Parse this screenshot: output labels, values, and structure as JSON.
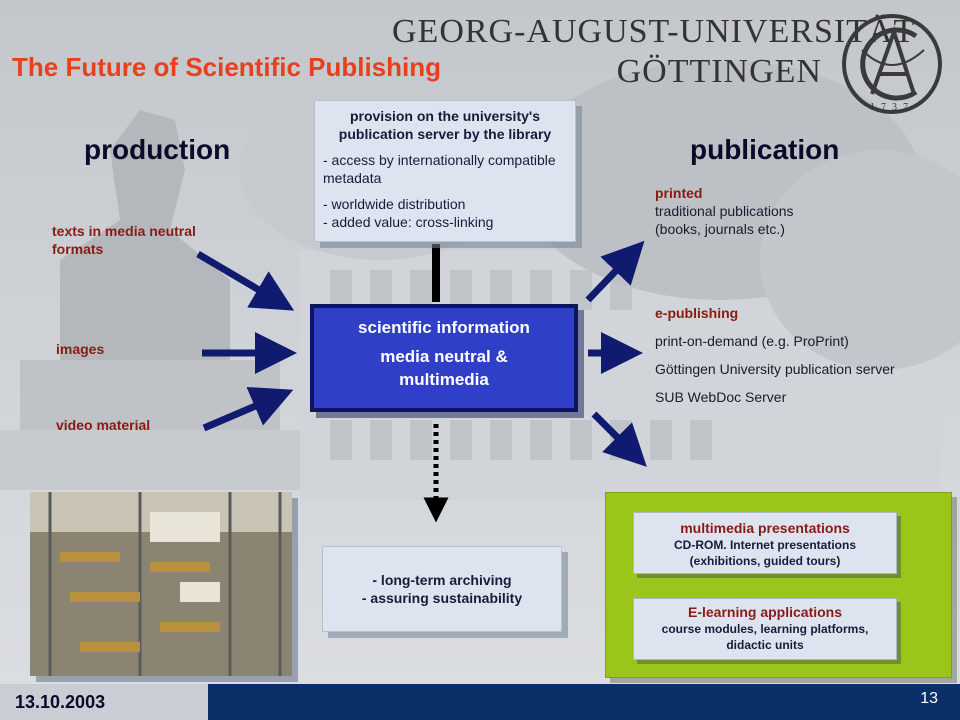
{
  "title": "The Future of Scientific Publishing",
  "university": {
    "line1": "GEORG-AUGUST-UNIVERSITÄT",
    "line2": "GÖTTINGEN",
    "seal_year": "1737"
  },
  "production": {
    "heading": "production",
    "inputs": [
      "texts in media neutral formats",
      "images",
      "video material"
    ]
  },
  "publication": {
    "heading": "publication",
    "printed_title": "printed",
    "printed_desc": "traditional publications (books, journals etc.)",
    "epub_title": "e-publishing",
    "epub_items": [
      "print-on-demand (e.g. ProPrint)",
      "Göttingen University publication server",
      "SUB WebDoc Server"
    ]
  },
  "provision": {
    "title": "provision on the university's publication server by the library",
    "items": [
      "- access by internationally compatible metadata",
      "- worldwide distribution",
      "- added value: cross-linking"
    ]
  },
  "center": {
    "line1": "scientific information",
    "line2": "media neutral & multimedia"
  },
  "archive": {
    "line1": "- long-term archiving",
    "line2": "- assuring sustainability"
  },
  "multimedia": {
    "title": "multimedia presentations",
    "desc": "CD-ROM. Internet presentations (exhibitions, guided tours)"
  },
  "elearning": {
    "title": "E-learning applications",
    "desc": "course modules, learning platforms, didactic units"
  },
  "footer": {
    "date": "13.10.2003",
    "page": "13"
  },
  "colors": {
    "title_red": "#e8401c",
    "label_red": "#8b1a12",
    "center_blue": "#2f3fc8",
    "arrow_navy": "#101a6e",
    "green_panel": "#9ac51a",
    "footer_navy": "#0b2f68"
  }
}
